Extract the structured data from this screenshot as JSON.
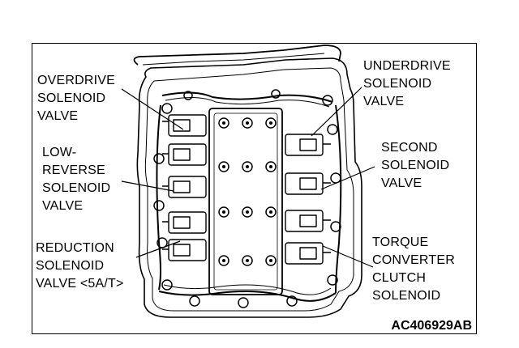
{
  "labels": {
    "overdrive": [
      "OVERDRIVE",
      "SOLENOID",
      "VALVE"
    ],
    "low_reverse": [
      "LOW-",
      "REVERSE",
      "SOLENOID",
      "VALVE"
    ],
    "reduction": [
      "REDUCTION",
      "SOLENOID",
      "VALVE <5A/T>"
    ],
    "underdrive": [
      "UNDERDRIVE",
      "SOLENOID",
      "VALVE"
    ],
    "second": [
      "SECOND",
      "SOLENOID",
      "VALVE"
    ],
    "torque_converter": [
      "TORQUE",
      "CONVERTER",
      "CLUTCH",
      "SOLENOID"
    ]
  },
  "figure_code": "AC406929AB"
}
